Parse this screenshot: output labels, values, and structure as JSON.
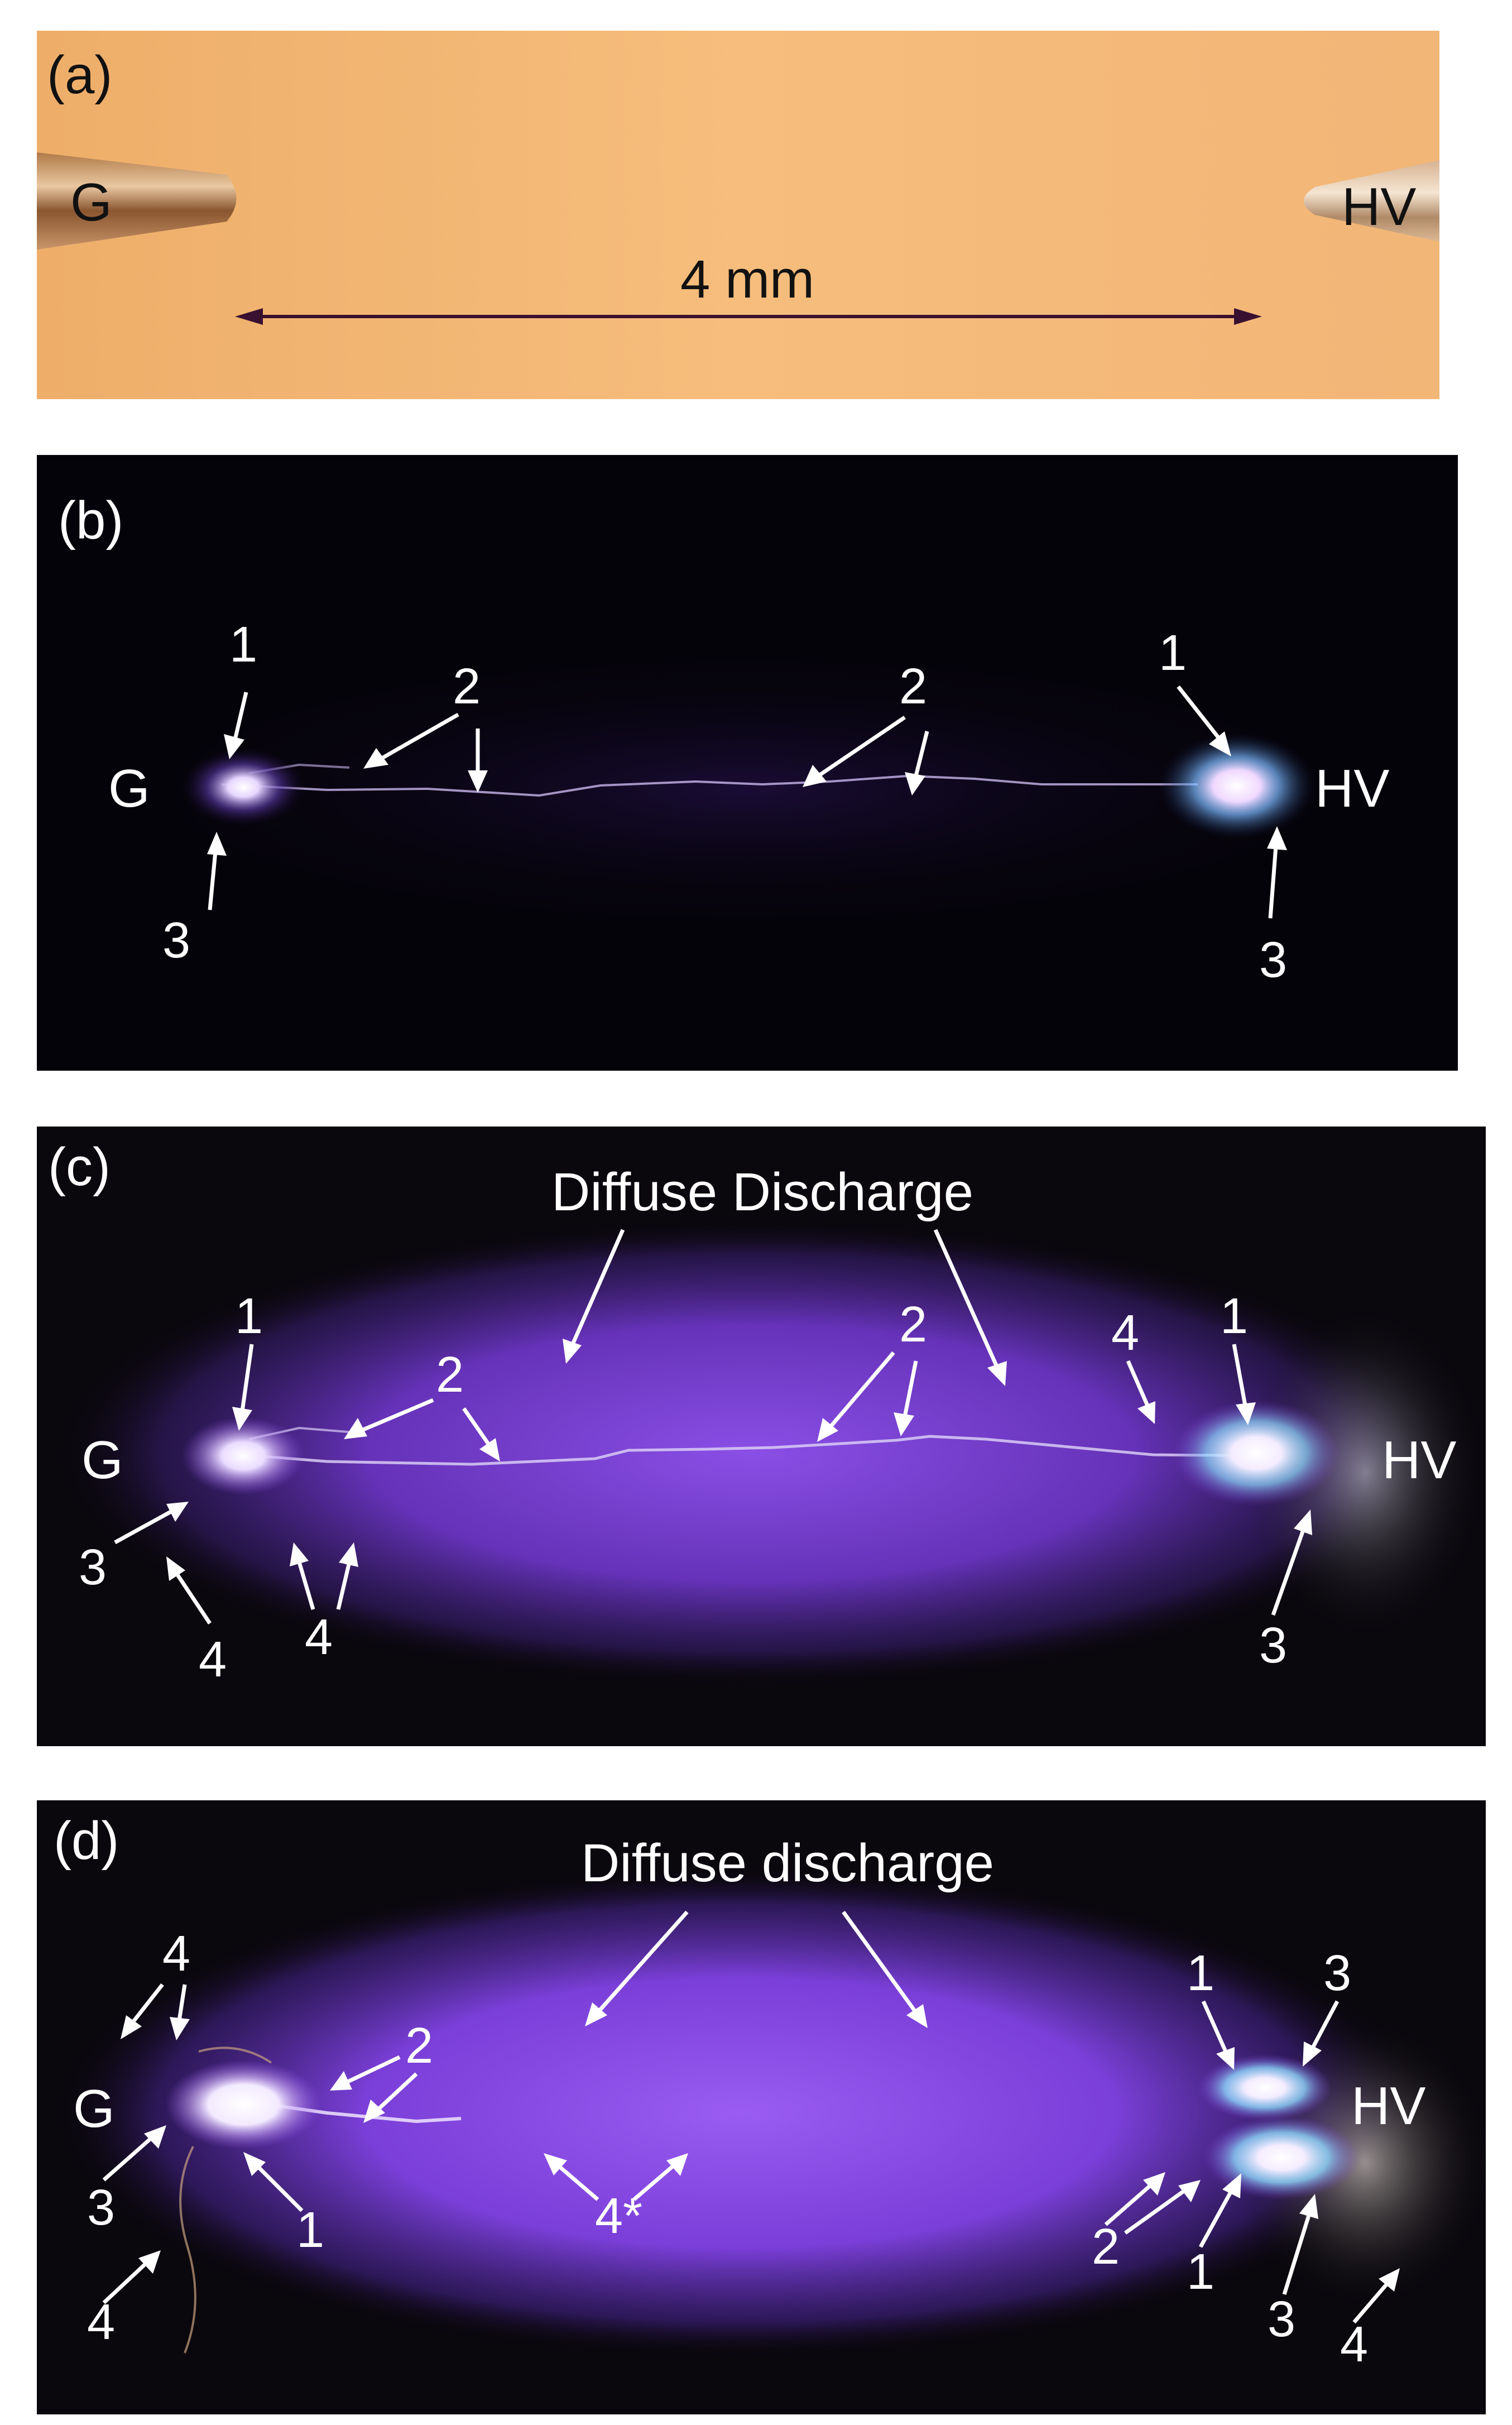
{
  "panels": {
    "a": {
      "label": "(a)",
      "ground": "G",
      "hv": "HV",
      "scale": "4 mm",
      "bg": "#f4b874"
    },
    "b": {
      "label": "(b)",
      "ground": "G",
      "hv": "HV",
      "n1": "1",
      "n2": "2",
      "n3": "3"
    },
    "c": {
      "label": "(c)",
      "ground": "G",
      "hv": "HV",
      "title": "Diffuse Discharge",
      "n1": "1",
      "n2": "2",
      "n3": "3",
      "n4": "4"
    },
    "d": {
      "label": "(d)",
      "ground": "G",
      "hv": "HV",
      "title": "Diffuse discharge",
      "n1": "1",
      "n2": "2",
      "n3": "3",
      "n4": "4",
      "n4star": "4*"
    }
  },
  "colors": {
    "plasma": "#7a3dd6",
    "glow_core": "#ffffff",
    "glow_blue": "#7fd0ff",
    "dark": "#050208"
  }
}
